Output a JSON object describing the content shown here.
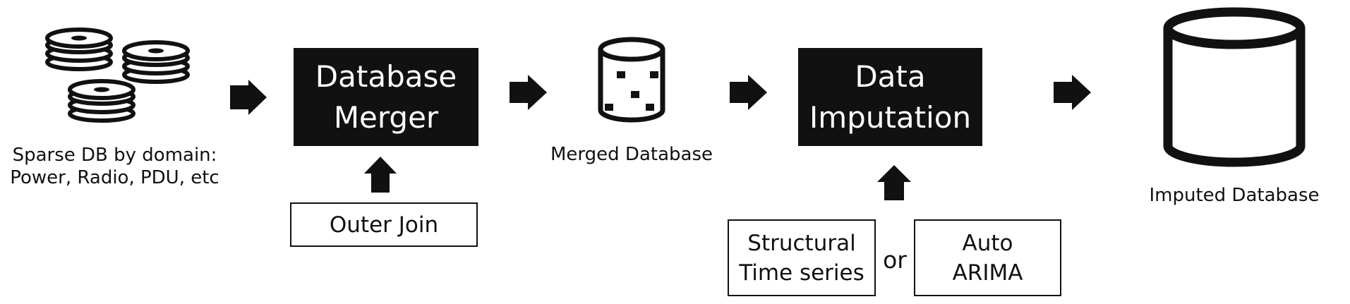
{
  "diagram": {
    "sources": {
      "caption_line1": "Sparse DB by domain:",
      "caption_line2": "Power, Radio, PDU, etc",
      "icon": "disk-stack-icon"
    },
    "merger": {
      "line1": "Database",
      "line2": "Merger",
      "input_label": "Outer Join"
    },
    "merged": {
      "caption": "Merged Database",
      "icon": "sparse-database-icon"
    },
    "imputation": {
      "line1": "Data",
      "line2": "Imputation",
      "option_a_line1": "Structural",
      "option_a_line2": "Time series",
      "connector": "or",
      "option_b_line1": "Auto",
      "option_b_line2": "ARIMA"
    },
    "imputed": {
      "caption": "Imputed Database",
      "icon": "database-cylinder-icon"
    },
    "colors": {
      "ink": "#111111",
      "background": "#ffffff"
    }
  }
}
